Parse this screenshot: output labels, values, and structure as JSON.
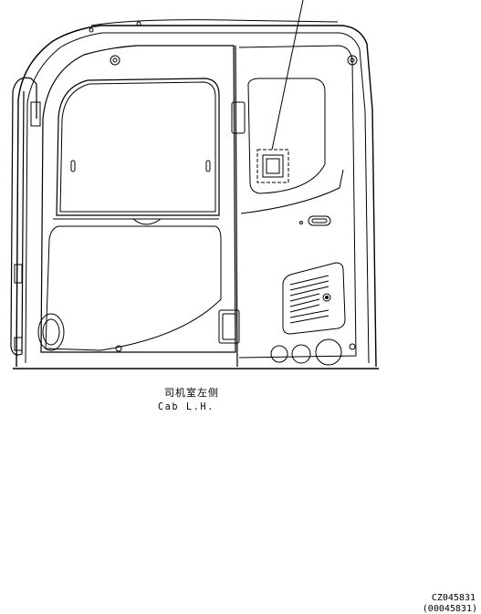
{
  "caption": {
    "chinese": "司机室左侧",
    "english": "Cab L.H."
  },
  "reference": {
    "drawing_code": "CZ045831",
    "part_code": "(00045831)"
  }
}
